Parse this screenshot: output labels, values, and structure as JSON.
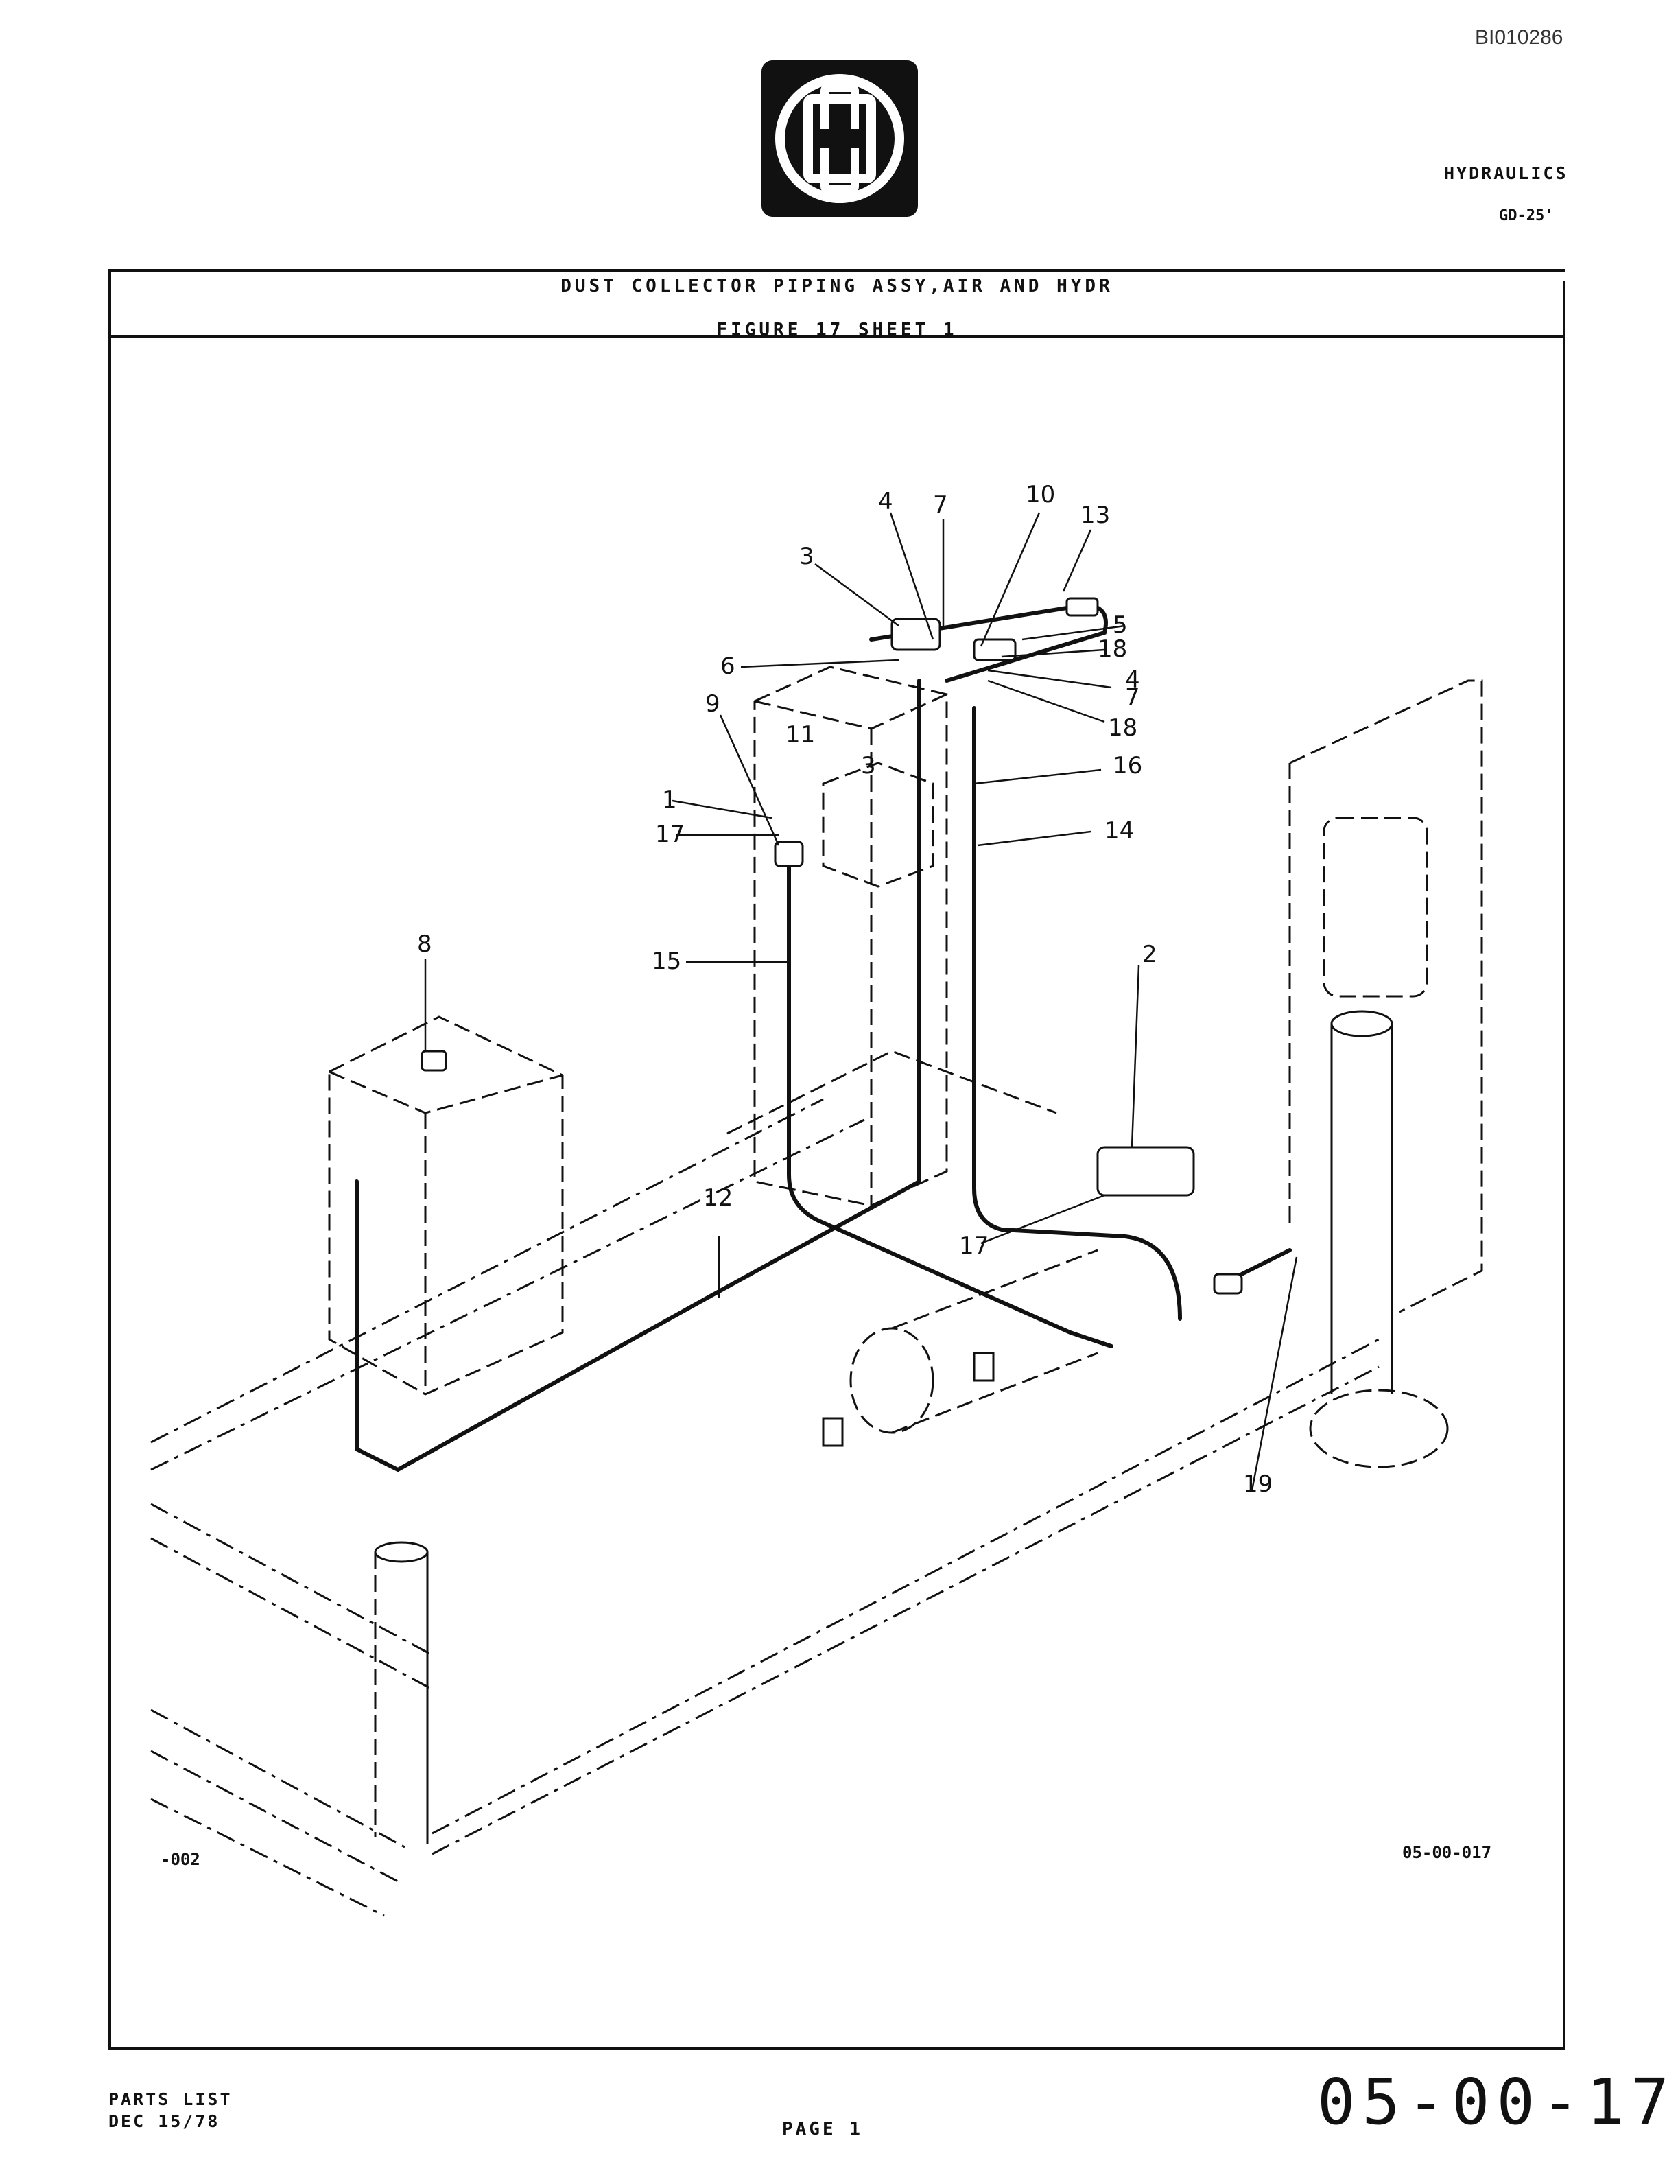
{
  "header": {
    "doc_id": "BI010286",
    "section": "HYDRAULICS",
    "model": "GD-25'"
  },
  "title": {
    "line1": "DUST COLLECTOR PIPING ASSY,AIR AND HYDR",
    "line2": "FIGURE 17     SHEET 1"
  },
  "figure": {
    "left_code": "-002",
    "right_code": "05-00-017",
    "callouts": [
      {
        "label": "7"
      },
      {
        "label": "10"
      },
      {
        "label": "13"
      },
      {
        "label": "4"
      },
      {
        "label": "3"
      },
      {
        "label": "5"
      },
      {
        "label": "18"
      },
      {
        "label": "6"
      },
      {
        "label": "4"
      },
      {
        "label": "7"
      },
      {
        "label": "18"
      },
      {
        "label": "9"
      },
      {
        "label": "11"
      },
      {
        "label": "3"
      },
      {
        "label": "16"
      },
      {
        "label": "1"
      },
      {
        "label": "17"
      },
      {
        "label": "14"
      },
      {
        "label": "8"
      },
      {
        "label": "15"
      },
      {
        "label": "2"
      },
      {
        "label": "12"
      },
      {
        "label": "17"
      },
      {
        "label": "19"
      }
    ]
  },
  "footer": {
    "parts_list": "PARTS LIST",
    "date": "DEC 15/78",
    "page": "PAGE 1",
    "number": "05-00-17"
  }
}
